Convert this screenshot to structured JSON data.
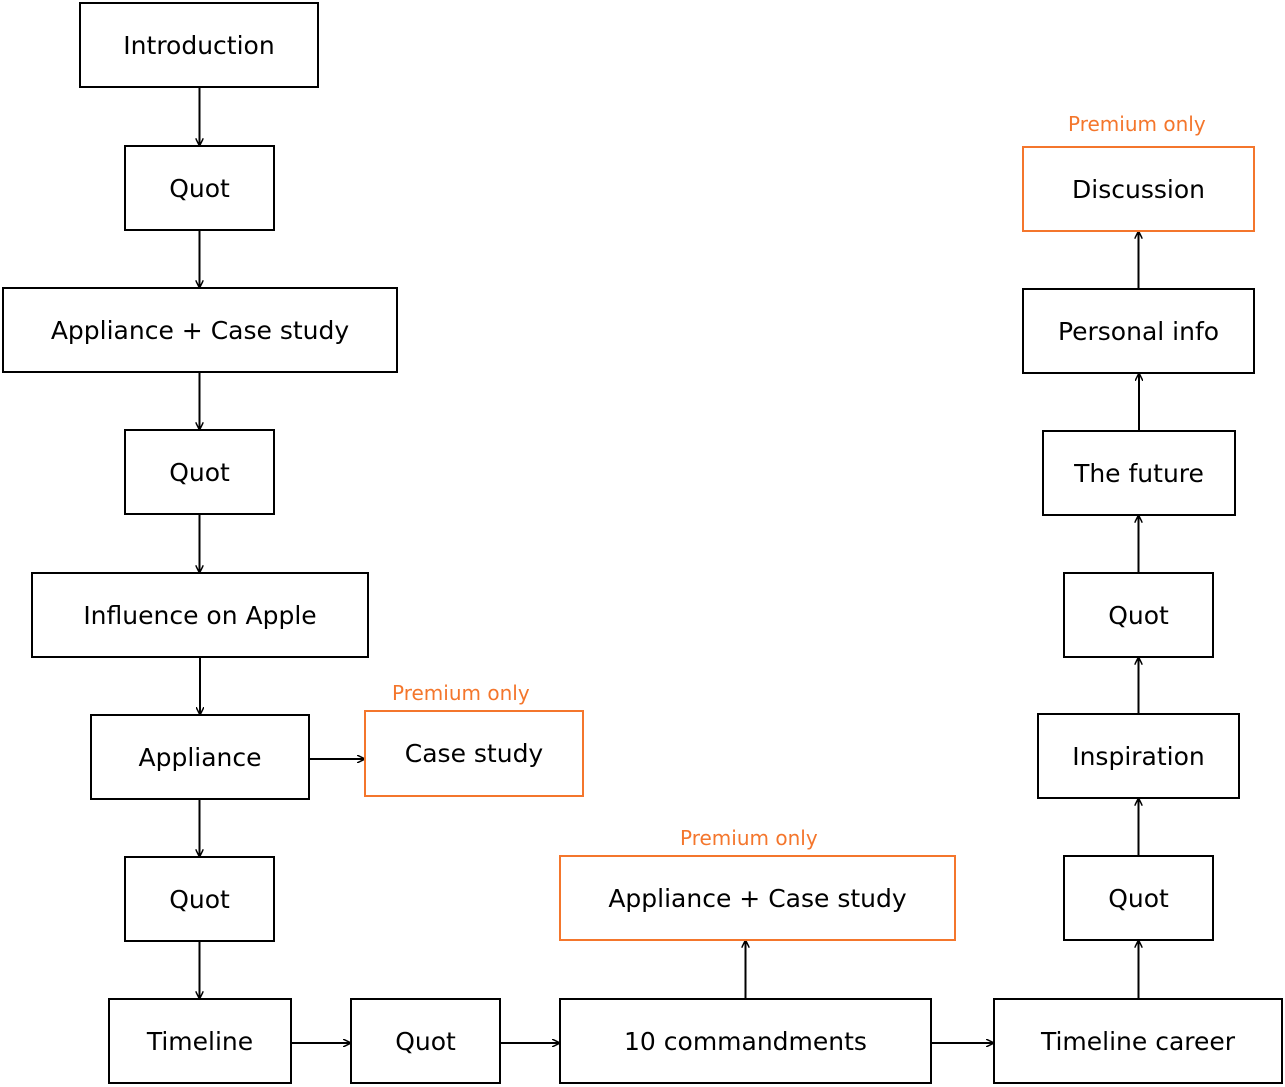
{
  "colors": {
    "node_border": "#000000",
    "premium_accent": "#F4762C",
    "text": "#000000",
    "background": "#ffffff"
  },
  "nodes": {
    "introduction": "Introduction",
    "quot_1": "Quot",
    "appliance_case_study_1": "Appliance + Case study",
    "quot_2": "Quot",
    "influence_on_apple": "Influence on Apple",
    "appliance": "Appliance",
    "case_study": "Case study",
    "quot_3": "Quot",
    "timeline": "Timeline",
    "quot_4": "Quot",
    "ten_commandments": "10 commandments",
    "appliance_case_study_2": "Appliance + Case study",
    "timeline_career": "Timeline career",
    "quot_5": "Quot",
    "inspiration": "Inspiration",
    "quot_6": "Quot",
    "the_future": "The future",
    "personal_info": "Personal info",
    "discussion": "Discussion"
  },
  "premium_label": "Premium only",
  "edges": [
    [
      "introduction",
      "quot_1"
    ],
    [
      "quot_1",
      "appliance_case_study_1"
    ],
    [
      "appliance_case_study_1",
      "quot_2"
    ],
    [
      "quot_2",
      "influence_on_apple"
    ],
    [
      "influence_on_apple",
      "appliance"
    ],
    [
      "appliance",
      "case_study"
    ],
    [
      "appliance",
      "quot_3"
    ],
    [
      "quot_3",
      "timeline"
    ],
    [
      "timeline",
      "quot_4"
    ],
    [
      "quot_4",
      "ten_commandments"
    ],
    [
      "ten_commandments",
      "appliance_case_study_2"
    ],
    [
      "ten_commandments",
      "timeline_career"
    ],
    [
      "timeline_career",
      "quot_5"
    ],
    [
      "quot_5",
      "inspiration"
    ],
    [
      "inspiration",
      "quot_6"
    ],
    [
      "quot_6",
      "the_future"
    ],
    [
      "the_future",
      "personal_info"
    ],
    [
      "personal_info",
      "discussion"
    ]
  ]
}
